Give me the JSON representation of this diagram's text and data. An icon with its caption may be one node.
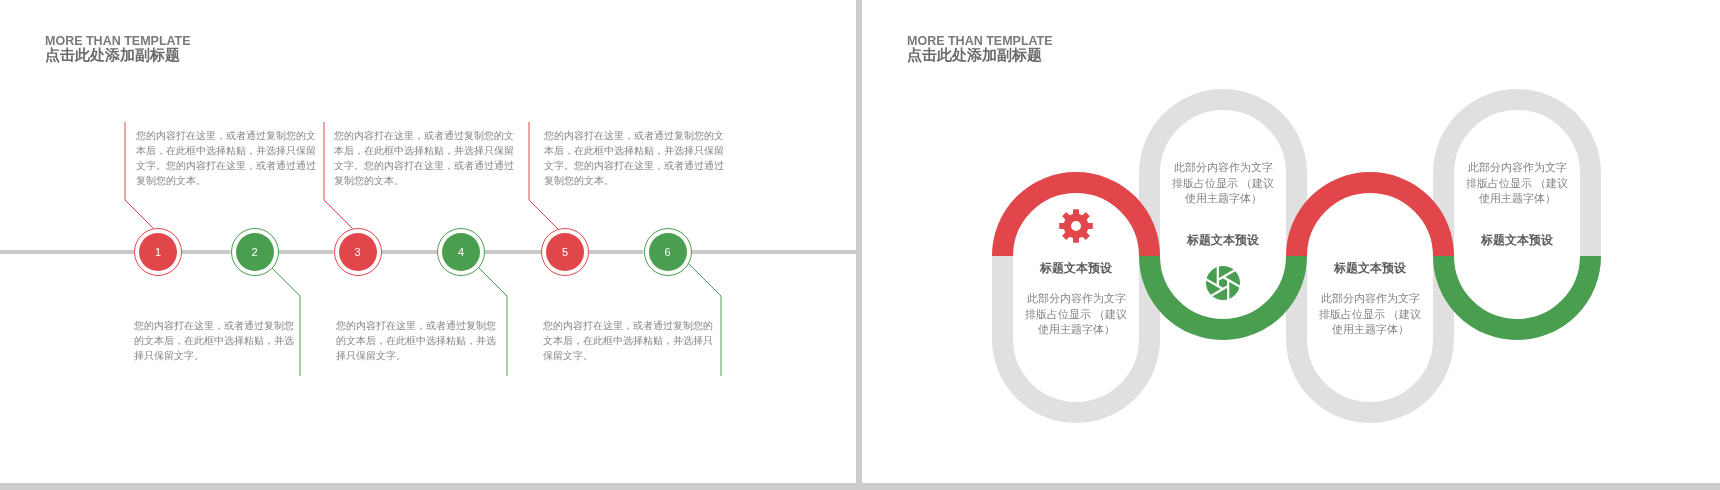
{
  "diagram": {
    "nodes": [
      {
        "text": [
          "您的内容打在这里，或者通过复制您的文本后，在此框中选择粘贴，并选择只保留文字。您的内容打在这里，或者通过通过复制您的文本。"
        ]
      },
      {
        "text": [
          "您的内容打在这里，或者通过复制您的文本后，在此框中选择粘贴，并选择只保留文字。您的内容打在这里，或者通过通过复制您的文本。"
        ]
      },
      {
        "text": [
          "您的内容打在这里，或者通过复制您的文本后，在此框中选择粘贴，并选择只保留文字。您的内容打在这里，或者通过通过复制您的文本。"
        ]
      },
      {
        "text": [
          "1"
        ]
      },
      {
        "text": [
          "2"
        ]
      },
      {
        "text": [
          "3"
        ]
      },
      {
        "text": [
          "4"
        ]
      },
      {
        "text": [
          "5"
        ]
      },
      {
        "text": [
          "6"
        ]
      },
      {
        "text": [
          "您的内容打在这里，或者通过复制您的文本后，在此框中选择粘贴，并选择只保留文字。"
        ]
      },
      {
        "text": [
          "您的内容打在这里，或者通过复制您的文本后，在此框中选择粘贴，并选择只保留文字。"
        ]
      },
      {
        "text": [
          "您的内容打在这里，或者通过复制您的文本后，在此框中选择粘贴，并选择只保留文字。"
        ]
      },
      {
        "text": [
          "标题文本预设",
          "此部分内容作为文字排版占位显示 （建议使用主题字体）"
        ]
      },
      {
        "text": [
          "此部分内容作为文字排版占位显示 （建议使用主题字体）",
          "标题文本预设"
        ]
      },
      {
        "text": [
          "标题文本预设",
          "此部分内容作为文字排版占位显示 （建议使用主题字体）"
        ]
      },
      {
        "text": [
          "此部分内容作为文字排版占位显示 （建议使用主题字体）",
          "标题文本预设"
        ]
      }
    ],
    "edges": [
      {
        "from": null,
        "to": 3,
        "arrow": "none"
      },
      {
        "from": 3,
        "to": 4,
        "arrow": "none"
      },
      {
        "from": 4,
        "to": 5,
        "arrow": "none"
      },
      {
        "from": 5,
        "to": 6,
        "arrow": "none"
      },
      {
        "from": 6,
        "to": 7,
        "arrow": "none"
      },
      {
        "from": 7,
        "to": 8,
        "arrow": "none"
      },
      {
        "from": 8,
        "to": null,
        "arrow": "none"
      },
      {
        "from": 0,
        "to": 3,
        "arrow": "none",
        "color": "#e1474a"
      },
      {
        "from": 1,
        "to": 5,
        "arrow": "none",
        "color": "#e1474a"
      },
      {
        "from": 2,
        "to": 7,
        "arrow": "none",
        "color": "#e1474a"
      },
      {
        "from": 9,
        "to": 4,
        "arrow": "none",
        "color": "#4a9e4f"
      },
      {
        "from": 10,
        "to": 6,
        "arrow": "none",
        "color": "#4a9e4f"
      },
      {
        "from": 11,
        "to": 8,
        "arrow": "none",
        "color": "#4a9e4f"
      }
    ],
    "labels": [
      "MORE THAN TEMPLATE",
      "点击此处添加副标题",
      "MORE THAN TEMPLATE",
      "点击此处添加副标题"
    ]
  }
}
